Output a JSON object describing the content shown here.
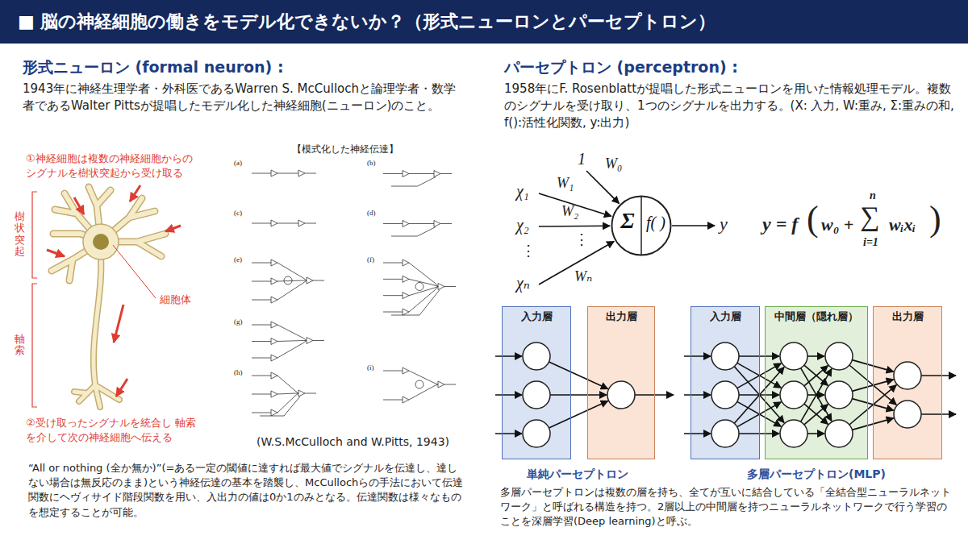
{
  "diagram": {
    "title": "■ 脳の神経細胞の働きをモデル化できないか？（形式ニューロンとパーセプトロン）",
    "nodes": [
      {
        "text": [
          "Σ",
          "f( )"
        ]
      },
      {
        "text": [
          "入力層"
        ]
      },
      {
        "text": [
          "出力層"
        ]
      },
      {
        "text": [
          "入力層"
        ]
      },
      {
        "text": [
          "中間層（隠れ層）"
        ]
      },
      {
        "text": [
          "出力層"
        ]
      }
    ],
    "labels": [
      "形式ニューロン (formal neuron) :",
      "1943年に神経生理学者・外科医であるWarren S. McCullochと論理学者・数学者であるWalter Pittsが提唱したモデル化した神経細胞(ニューロン)のこと。",
      "①神経細胞は複数の神経細胞からの シグナルを樹状突起から受け取る",
      "樹状突起",
      "細胞体",
      "軸索",
      "②受け取ったシグナルを統合し 軸索を介して次の神経細胞へ伝える",
      "【模式化した神経伝達】",
      "(a)",
      "(b)",
      "(c)",
      "(d)",
      "(e)",
      "(f)",
      "(g)",
      "(h)",
      "(i)",
      "(W.S.McCulloch and W.Pitts, 1943)",
      "“All or nothing (全か無か)”(=ある一定の閾値に達すれば最大値でシグナルを伝達し、達しない場合は無反応のまま)という神経伝達の基本を踏襲し、McCullochらの手法において伝達関数にヘヴィサイド階段関数を用い、入出力の値は0か1のみとなる。伝達関数は様々なものを想定することが可能。",
      "パーセプトロン (perceptron) :",
      "1958年にF. Rosenblattが提唱した形式ニューロンを用いた情報処理モデル。複数のシグナルを受け取り、1つのシグナルを出力する。(X: 入力, W:重み, Σ:重みの和, f():活性化関数, y:出力)",
      "1",
      "χ₁",
      "χ₂",
      "⋮",
      "χₙ",
      "W₀",
      "W₁",
      "W₂",
      "⋮",
      "Wₙ",
      "y",
      "y = f",
      "(",
      "w₀ +",
      "n",
      "∑",
      "i=1",
      "wᵢxᵢ",
      ")",
      "単純パーセプトロン",
      "多層パーセプトロン(MLP)",
      "多層パーセプトロンは複数の層を持ち、全てが互いに結合している「全結合型ニューラルネットワーク」と呼ばれる構造を持つ。2層以上の中間層を持つニューラルネットワークで行う学習のことを深層学習(Deep learning)と呼ぶ。"
    ]
  }
}
